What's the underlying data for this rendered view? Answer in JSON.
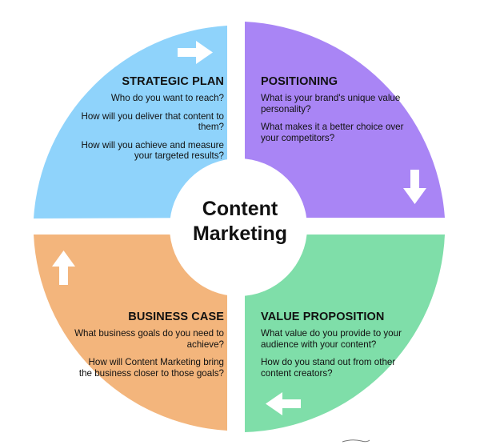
{
  "center": {
    "line1": "Content",
    "line2": "Marketing"
  },
  "quadrants": {
    "strategic_plan": {
      "title": "STRATEGIC PLAN",
      "questions": [
        "Who do you want to reach?",
        "How will you deliver that content to them?",
        "How will you achieve and measure your targeted results?"
      ],
      "color": "#8fd3fb"
    },
    "positioning": {
      "title": "POSITIONING",
      "questions": [
        "What is your brand's unique value personality?",
        "What makes it a better choice over your competitors?"
      ],
      "color": "#a985f5"
    },
    "business_case": {
      "title": "BUSINESS CASE",
      "questions": [
        "What business goals do you need to achieve?",
        "How will Content Marketing bring the business closer to those goals?"
      ],
      "color": "#f3b57c"
    },
    "value_proposition": {
      "title": "VALUE PROPOSITION",
      "questions": [
        "What value do you provide to your audience with your content?",
        "How do you stand out from other content creators?"
      ],
      "color": "#7fdea9"
    }
  },
  "arrows": {
    "strategic_plan": "arrow-right-icon",
    "positioning": "arrow-down-icon",
    "value_proposition": "arrow-left-icon",
    "business_case": "arrow-up-icon"
  }
}
